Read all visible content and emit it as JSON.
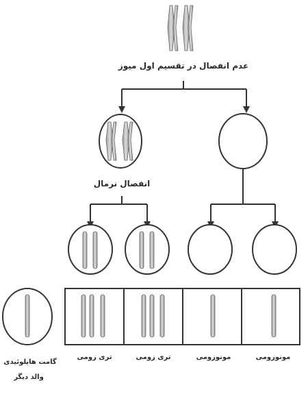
{
  "labels": {
    "top_event": "عدم انفصال در تقسیم اول میوز",
    "normal_separation": "انفصال نرمال",
    "bottom": [
      "مونوزومی",
      "مونوزومی",
      "تری زومی",
      "تری زومی",
      "گامت هاپلوئیدی"
    ],
    "parent_gamete_line2": "والد دیگر"
  },
  "colors": {
    "line": "#333333",
    "chromosome_fill": "#c8c8c8",
    "chromosome_edge": "#6a6a6a"
  }
}
